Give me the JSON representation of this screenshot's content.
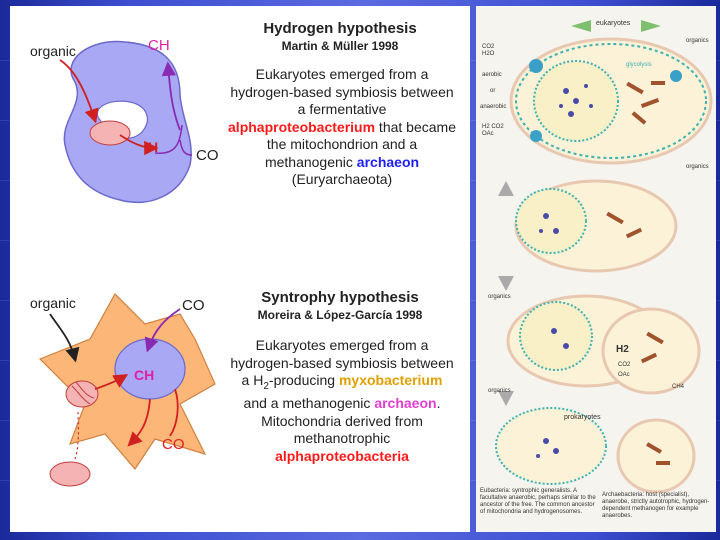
{
  "hydrogen": {
    "title": "Hydrogen hypothesis",
    "authors": "Martin & Müller 1998",
    "text_1": "Eukaryotes emerged from a hydrogen-based symbiosis between a fermentative ",
    "alpha": "alphaproteobacterium",
    "text_2": " that became the mitochondrion and a methanogenic ",
    "archaeon": "archaeon",
    "text_3": " (Euryarchaeota)",
    "label_organic": "organic",
    "label_ch": "CH",
    "label_h": "H",
    "label_co": "CO"
  },
  "syntrophy": {
    "title": "Syntrophy hypothesis",
    "authors": "Moreira & López-García 1998",
    "text_1": "Eukaryotes emerged from a hydrogen-based symbiosis between a H",
    "h2_sub": "2",
    "text_1b": "-producing ",
    "myxo": "myxobacterium",
    "text_2": " and a methanogenic ",
    "archaeon": "archaeon",
    "text_3": ". Mitochondria derived from methanotrophic ",
    "alpha": "alphaproteobacteria",
    "label_organic": "organic",
    "label_co_top": "CO",
    "label_ch": "CH",
    "label_co_bottom": "CO"
  },
  "right": {
    "eukaryotes": "eukaryotes",
    "prokaryotes": "prokaryotes",
    "organics_1": "organics",
    "organics_2": "organics",
    "organics_3": "organics",
    "organics_4": "organics",
    "co2_h2o": "CO2 H2O",
    "aerobic": "aerobic",
    "or": "or",
    "anaerobic": "anaerobic",
    "h2_co2_oac": "H2 CO2 OAc",
    "glycolysis": "glycolysis",
    "h2": "H2",
    "co2": "CO2",
    "oac": "OAc",
    "ch4": "CH4",
    "caption_left": "Eubacteria: syntrophic generalists. A facultative anaerobic, perhaps similar to the ancestor of the free. The common ancestor of mitochondria and hydrogenosomes.",
    "caption_right": "Archaebacteria: host (specialist), anaerobe, strictly autotrophic, hydrogen-dependent methanogen for example anaerobes."
  },
  "colors": {
    "host_blue": "#a9a8f5",
    "host_orange": "#fbb678",
    "symbiont_pink": "#f6b3b3",
    "arrow_red": "#d02020",
    "arrow_purple": "#8a2ab0"
  }
}
